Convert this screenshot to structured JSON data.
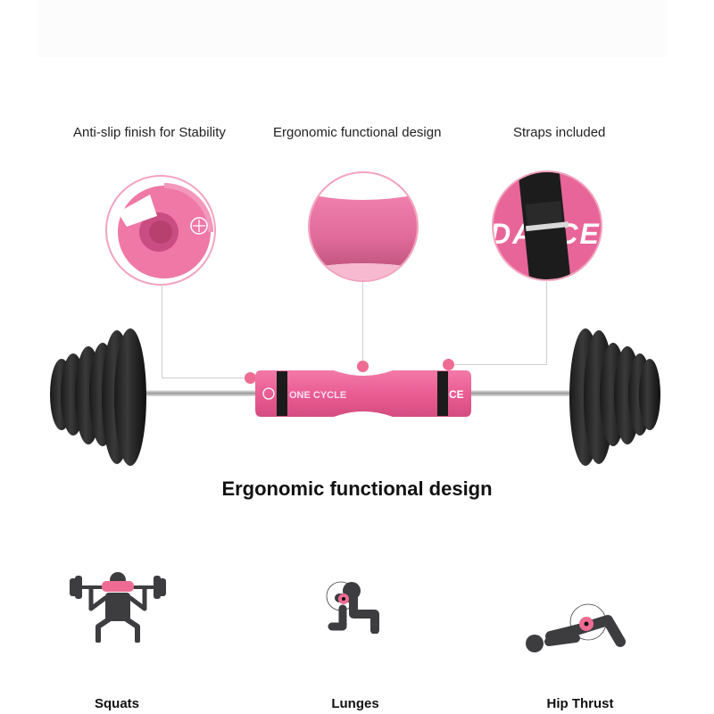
{
  "features": [
    {
      "label": "Anti-slip finish for Stability",
      "icon": "foam-ring-cross-section"
    },
    {
      "label": "Ergonomic functional design",
      "icon": "curved-foam-closeup"
    },
    {
      "label": "Straps included",
      "icon": "velcro-strap-closeup"
    }
  ],
  "product": {
    "name": "barbell-squat-pad",
    "pad_color": "#ee5f92",
    "strap_color": "#1b1b1b",
    "brand_text_left": "ONE CYCLE",
    "brand_text_right": "CE"
  },
  "headline": "Ergonomic functional design",
  "exercises": [
    {
      "label": "Squats",
      "icon": "squat-figure-icon"
    },
    {
      "label": "Lunges",
      "icon": "lunge-figure-icon"
    },
    {
      "label": "Hip Thrust",
      "icon": "hip-thrust-figure-icon"
    }
  ],
  "colors": {
    "accent_pink": "#ee6c93",
    "figure_gray": "#3d3d40",
    "text_dark": "#111111"
  }
}
